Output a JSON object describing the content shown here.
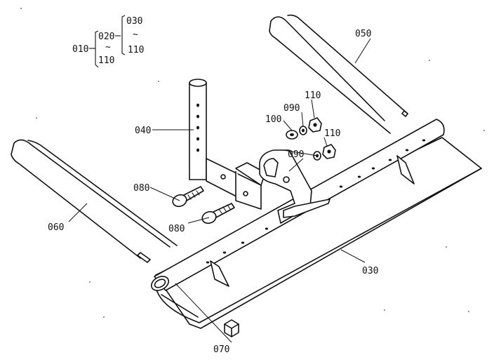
{
  "labels": {
    "p010": "010",
    "p020": "020",
    "p030_tree": "030",
    "p110_tree_a": "110",
    "p110_tree_b": "110",
    "p030": "030",
    "p040": "040",
    "p050": "050",
    "p060": "060",
    "p070": "070",
    "p080_a": "080",
    "p080_b": "080",
    "p090_a": "090",
    "p090_b": "090",
    "p100": "100",
    "p110_a": "110",
    "p110_b": "110"
  },
  "tilde": "~"
}
